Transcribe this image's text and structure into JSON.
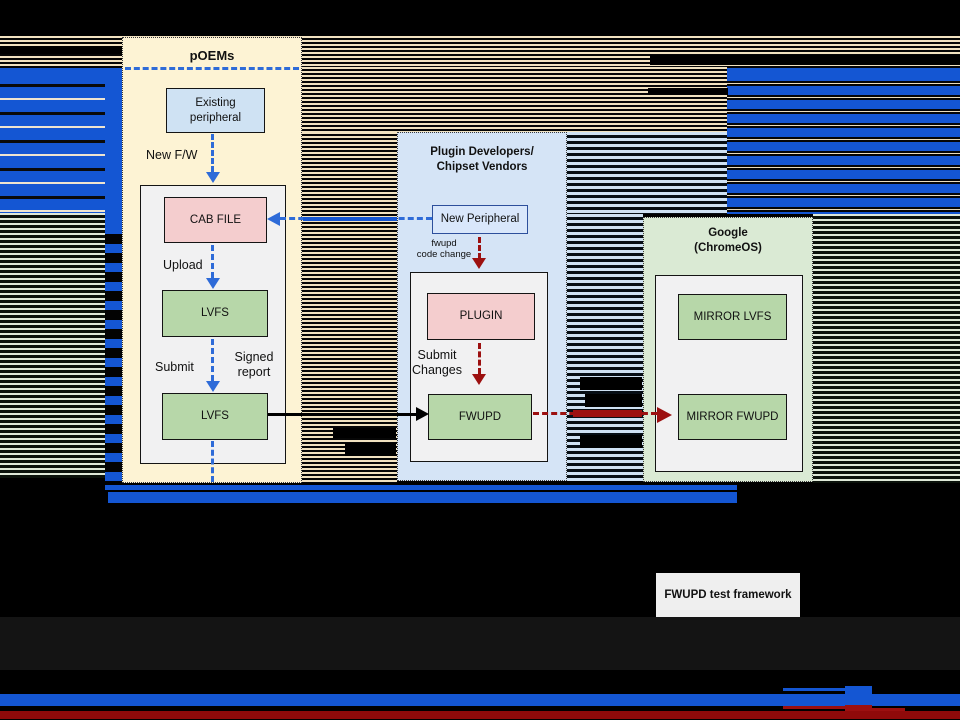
{
  "poems": {
    "title": "pOEMs",
    "existing_peripheral": "Existing\nperipheral",
    "new_fw": "New F/W",
    "cab_file": "CAB FILE",
    "upload": "Upload",
    "lvfs_top": "LVFS",
    "submit": "Submit",
    "signed_report": "Signed\nreport",
    "lvfs_bottom": "LVFS"
  },
  "plugin_devs": {
    "title": "Plugin Developers/\nChipset Vendors",
    "new_peripheral": "New Peripheral",
    "fwupd_code_change": "fwupd\ncode change",
    "plugin": "PLUGIN",
    "submit_changes": "Submit\nChanges",
    "fwupd": "FWUPD"
  },
  "google": {
    "title": "Google\n(ChromeOS)",
    "mirror_lvfs": "MIRROR LVFS",
    "mirror_fwupd": "MIRROR FWUPD"
  },
  "test_framework": {
    "label": "FWUPD test framework"
  },
  "colors": {
    "glitch_blue": "#1456d3",
    "glitch_tan": "#f1e2c0",
    "glitch_green": "#dfe9d8",
    "glitch_lightblue": "#cfe1f3",
    "arrow_blue": "#2e6bd8",
    "arrow_red": "#9c1010",
    "arrow_black": "#000000",
    "bottom_blue_bar": "#1456d3",
    "bottom_red_bar": "#8f0a0a",
    "poems_fill": "#fdf3d4",
    "plugin_devs_fill": "#d5e4f6",
    "google_fill": "#daead4",
    "node_blue": "#cfe2f3",
    "node_pink": "#f4cdce",
    "node_green": "#b7d7a9",
    "panel_gray": "#f1f1f2"
  }
}
